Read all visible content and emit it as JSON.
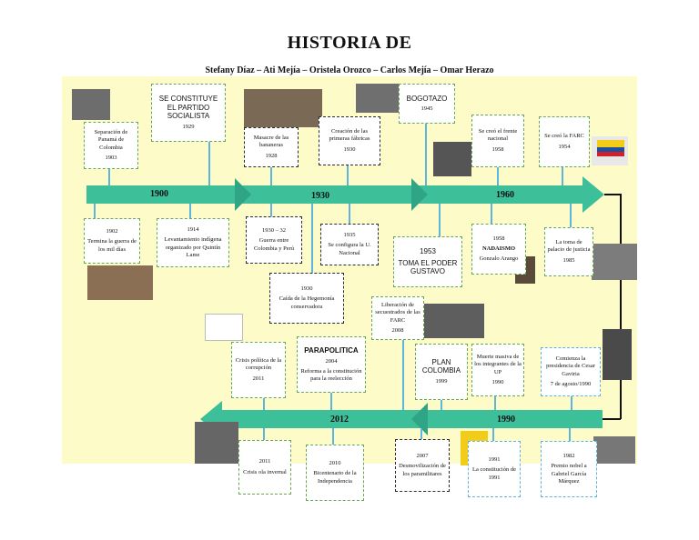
{
  "title": "HISTORIA DE",
  "authors": "Stefany Díaz – Ati Mejía – Oristela Orozco – Carlos Mejía – Omar Herazo",
  "top_arrow": {
    "labels": [
      "1900",
      "1930",
      "1960"
    ]
  },
  "bottom_arrow": {
    "labels": [
      "2012",
      "1990"
    ]
  },
  "events": {
    "panama": {
      "text": "Separación de Panamá de Colombia",
      "date": "1903"
    },
    "partido": {
      "text": "SE CONSTITUYE EL PARTIDO SOCIALISTA",
      "date": "1929"
    },
    "bananeras": {
      "text": "Masacre de las bananeras",
      "date": "1928"
    },
    "fabricas": {
      "text": "Creación de las primeras fábricas",
      "date": "1930"
    },
    "bogotazo": {
      "text": "BOGOTAZO",
      "date": "1945"
    },
    "frente": {
      "text": "Se creó el frente nacional",
      "date": "1958"
    },
    "farc": {
      "text": "Se creó la FARC",
      "date": "1954"
    },
    "mildias": {
      "date": "1902",
      "text": "Termina la guerra de los mil días"
    },
    "quintin": {
      "date": "1914",
      "text": "Levantamiento indígena organizado por Quintín Lame"
    },
    "peru": {
      "date": "1930 – 32",
      "text": "Guerra entre Colombia y Perú"
    },
    "unacional": {
      "date": "1935",
      "text": "Se configura la U. Nacional"
    },
    "hegemonia": {
      "date": "1930",
      "text": "Caída de la Hegemonía conservadora"
    },
    "rojas": {
      "date": "1953",
      "text": "TOMA EL PODER GUSTAVO"
    },
    "nadaismo": {
      "date": "1958",
      "text": "NADAISMO",
      "author": "Gonzalo Arango"
    },
    "palacio": {
      "text": "La toma de palacio de justicia",
      "date": "1985"
    },
    "liberacion": {
      "text": "Liberación de secuestrados de las FARC",
      "date": "2008"
    },
    "corrupcion": {
      "text": "Crisis política de la corrupción",
      "date": "2011"
    },
    "parapolitica": {
      "title": "PARAPOLITICA",
      "date": "2004",
      "text": "Reforma a la constitución para la reelección"
    },
    "plan": {
      "title": "PLAN COLOMBIA",
      "date": "1999"
    },
    "up": {
      "text": "Muerte masiva de los integrantes de la UP",
      "date": "1990"
    },
    "gaviria": {
      "text": "Comienza la presidencia de Cesar Gaviria",
      "date": "7 de agosto/1990"
    },
    "invernal": {
      "date": "2011",
      "text": "Crisis ola invernal"
    },
    "bicentenario": {
      "date": "2010",
      "text": "Bicentenario de la Independencia"
    },
    "desmov": {
      "date": "2007",
      "text": "Desmovilización de los paramilitares"
    },
    "constitucion": {
      "date": "1991",
      "text": "La constitución de 1991"
    },
    "nobel": {
      "date": "1982",
      "text": "Premio nobel a Gabriel García Márquez"
    }
  },
  "images": {
    "panama": "historical-photo",
    "bananeras": "newspaper-clipping-photo",
    "bogotazo": "crowd-photo",
    "frente": "politicians-photo",
    "farc": "map-flag-icon",
    "mildias": "battle-painting",
    "nadaismo": "book-cover",
    "palacio": "building-photo",
    "liberacion": "hostages-photo",
    "handshake": "handshake-icon",
    "gaviria": "portrait-photo",
    "invernal": "flood-photo",
    "constitucion": "colombia-map-icon",
    "nobel": "author-photo"
  },
  "colors": {
    "arrow": "#3dbf9a",
    "board": "#fdfbc8",
    "connector": "#5fb4dd",
    "green_border": "#6aa84f"
  }
}
